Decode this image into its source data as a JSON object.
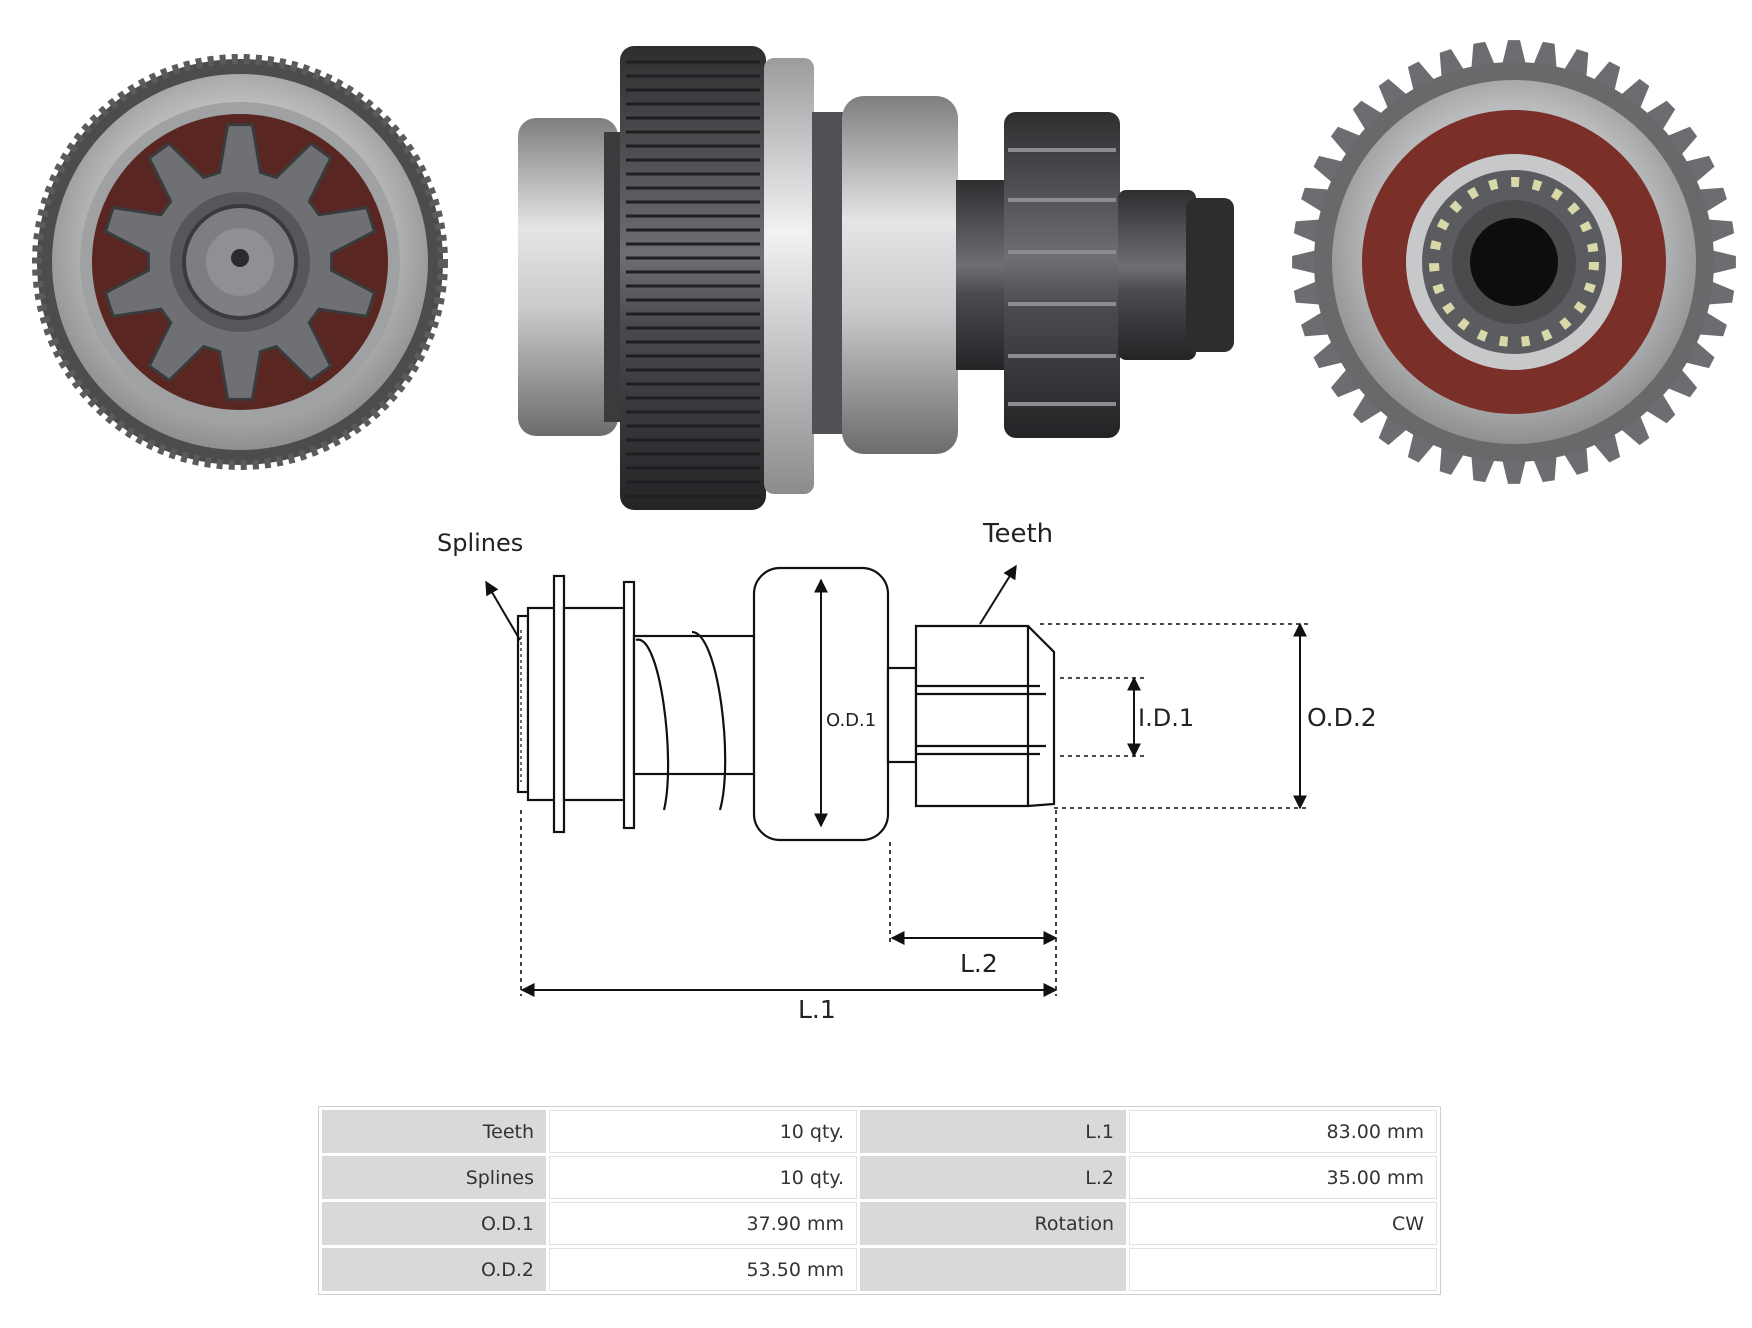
{
  "diagram": {
    "callouts": {
      "splines": "Splines",
      "teeth": "Teeth",
      "od1": "O.D.1",
      "od2": "O.D.2",
      "id1": "I.D.1",
      "l1": "L.1",
      "l2": "L.2"
    }
  },
  "specs": {
    "rows": [
      {
        "k1": "Teeth",
        "v1": "10 qty.",
        "k2": "L.1",
        "v2": "83.00 mm"
      },
      {
        "k1": "Splines",
        "v1": "10 qty.",
        "k2": "L.2",
        "v2": "35.00 mm"
      },
      {
        "k1": "O.D.1",
        "v1": "37.90 mm",
        "k2": "Rotation",
        "v2": "CW"
      },
      {
        "k1": "O.D.2",
        "v1": "53.50 mm",
        "k2": "",
        "v2": ""
      }
    ]
  },
  "colors": {
    "steel_dark": "#3f4042",
    "steel_light": "#bfc1c3",
    "bearing_red": "#6b2a24"
  }
}
